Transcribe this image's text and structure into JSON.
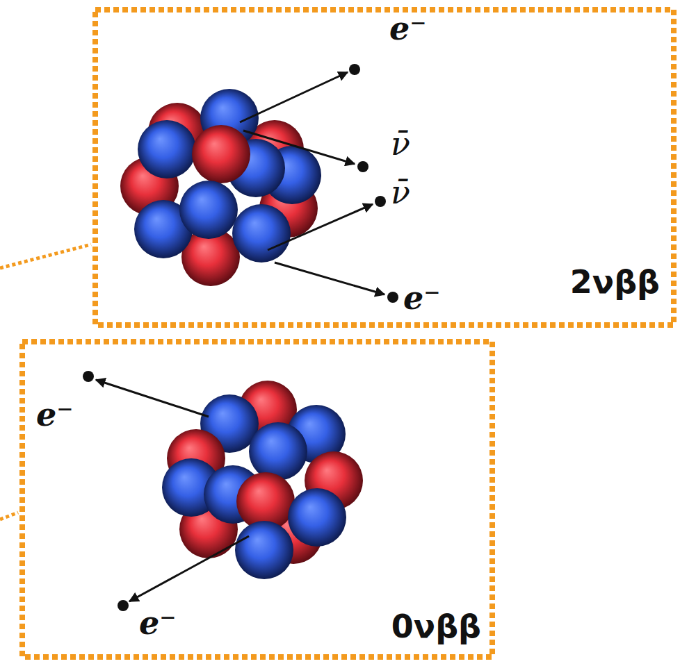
{
  "diagram": {
    "nodes": [
      {
        "text": [
          "2νββ"
        ]
      },
      {
        "text": [
          "0νββ"
        ]
      }
    ],
    "labels": [
      "e⁻",
      "ν̄",
      "ν̄",
      "e⁻",
      "e⁻",
      "e⁻"
    ]
  }
}
